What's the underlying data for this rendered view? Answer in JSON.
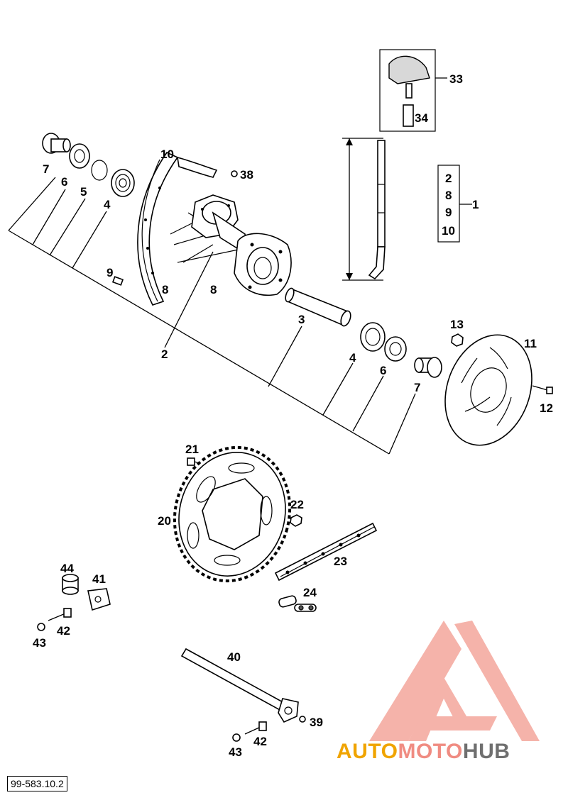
{
  "callouts": {
    "c2": "2",
    "c3": "3",
    "c4a": "4",
    "c4b": "4",
    "c5": "5",
    "c6a": "6",
    "c6b": "6",
    "c7a": "7",
    "c7b": "7",
    "c8a": "8",
    "c8b": "8",
    "c9": "9",
    "c10": "10",
    "c11": "11",
    "c12": "12",
    "c13": "13",
    "c20": "20",
    "c21": "21",
    "c22": "22",
    "c23": "23",
    "c24": "24",
    "c33": "33",
    "c34": "34",
    "c38": "38",
    "c39": "39",
    "c40": "40",
    "c41": "41",
    "c42a": "42",
    "c42b": "42",
    "c43a": "43",
    "c43b": "43",
    "c44": "44"
  },
  "kit_box": {
    "items": [
      "2",
      "8",
      "9",
      "10"
    ],
    "label": "1"
  },
  "reference": "99-583.10.2",
  "watermark": {
    "part_a": "AUTO",
    "part_b": "MOTO",
    "part_c": "HUB"
  },
  "colors": {
    "watermark_orange": "#f0a400",
    "watermark_pink": "#f08c82",
    "watermark_gray": "#6f6f6f"
  }
}
